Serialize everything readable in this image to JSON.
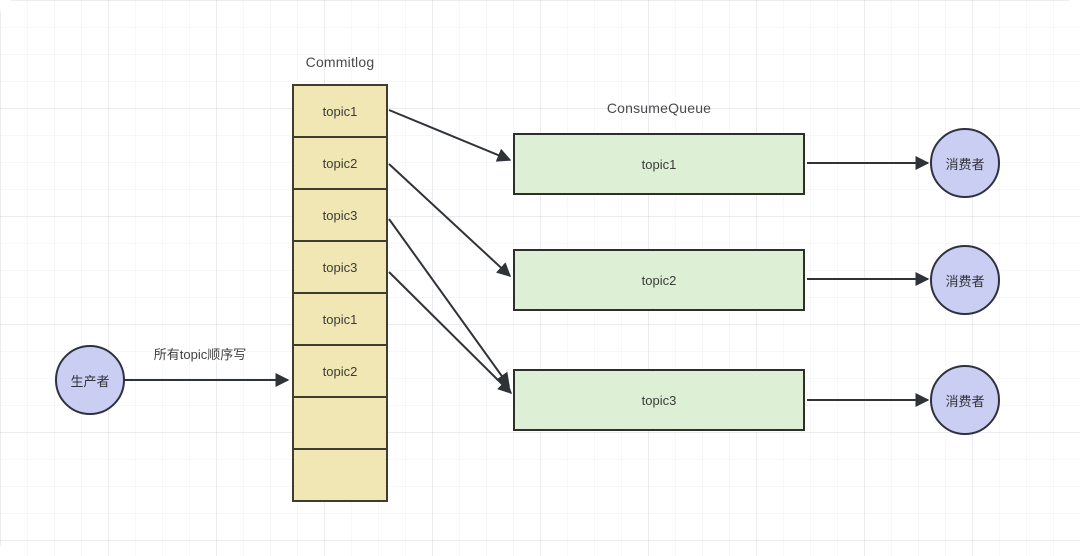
{
  "diagram": {
    "title_commitlog": "Commitlog",
    "title_consume_queue": "ConsumeQueue",
    "producer": {
      "label": "生产者"
    },
    "producer_edge_label": "所有topic顺序写",
    "commitlog": {
      "cells": [
        "topic1",
        "topic2",
        "topic3",
        "topic3",
        "topic1",
        "topic2",
        "",
        ""
      ]
    },
    "consume_queues": [
      "topic1",
      "topic2",
      "topic3"
    ],
    "consumers": [
      "消费者",
      "消费者",
      "消费者"
    ],
    "colors": {
      "commitlog_fill": "#f1e7b4",
      "consume_queue_fill": "#ddefd5",
      "node_fill": "#c9cef2",
      "stroke": "#2f3338",
      "grid_line": "#e8eaef",
      "background": "#ffffff",
      "text": "#3c3c3c"
    }
  }
}
